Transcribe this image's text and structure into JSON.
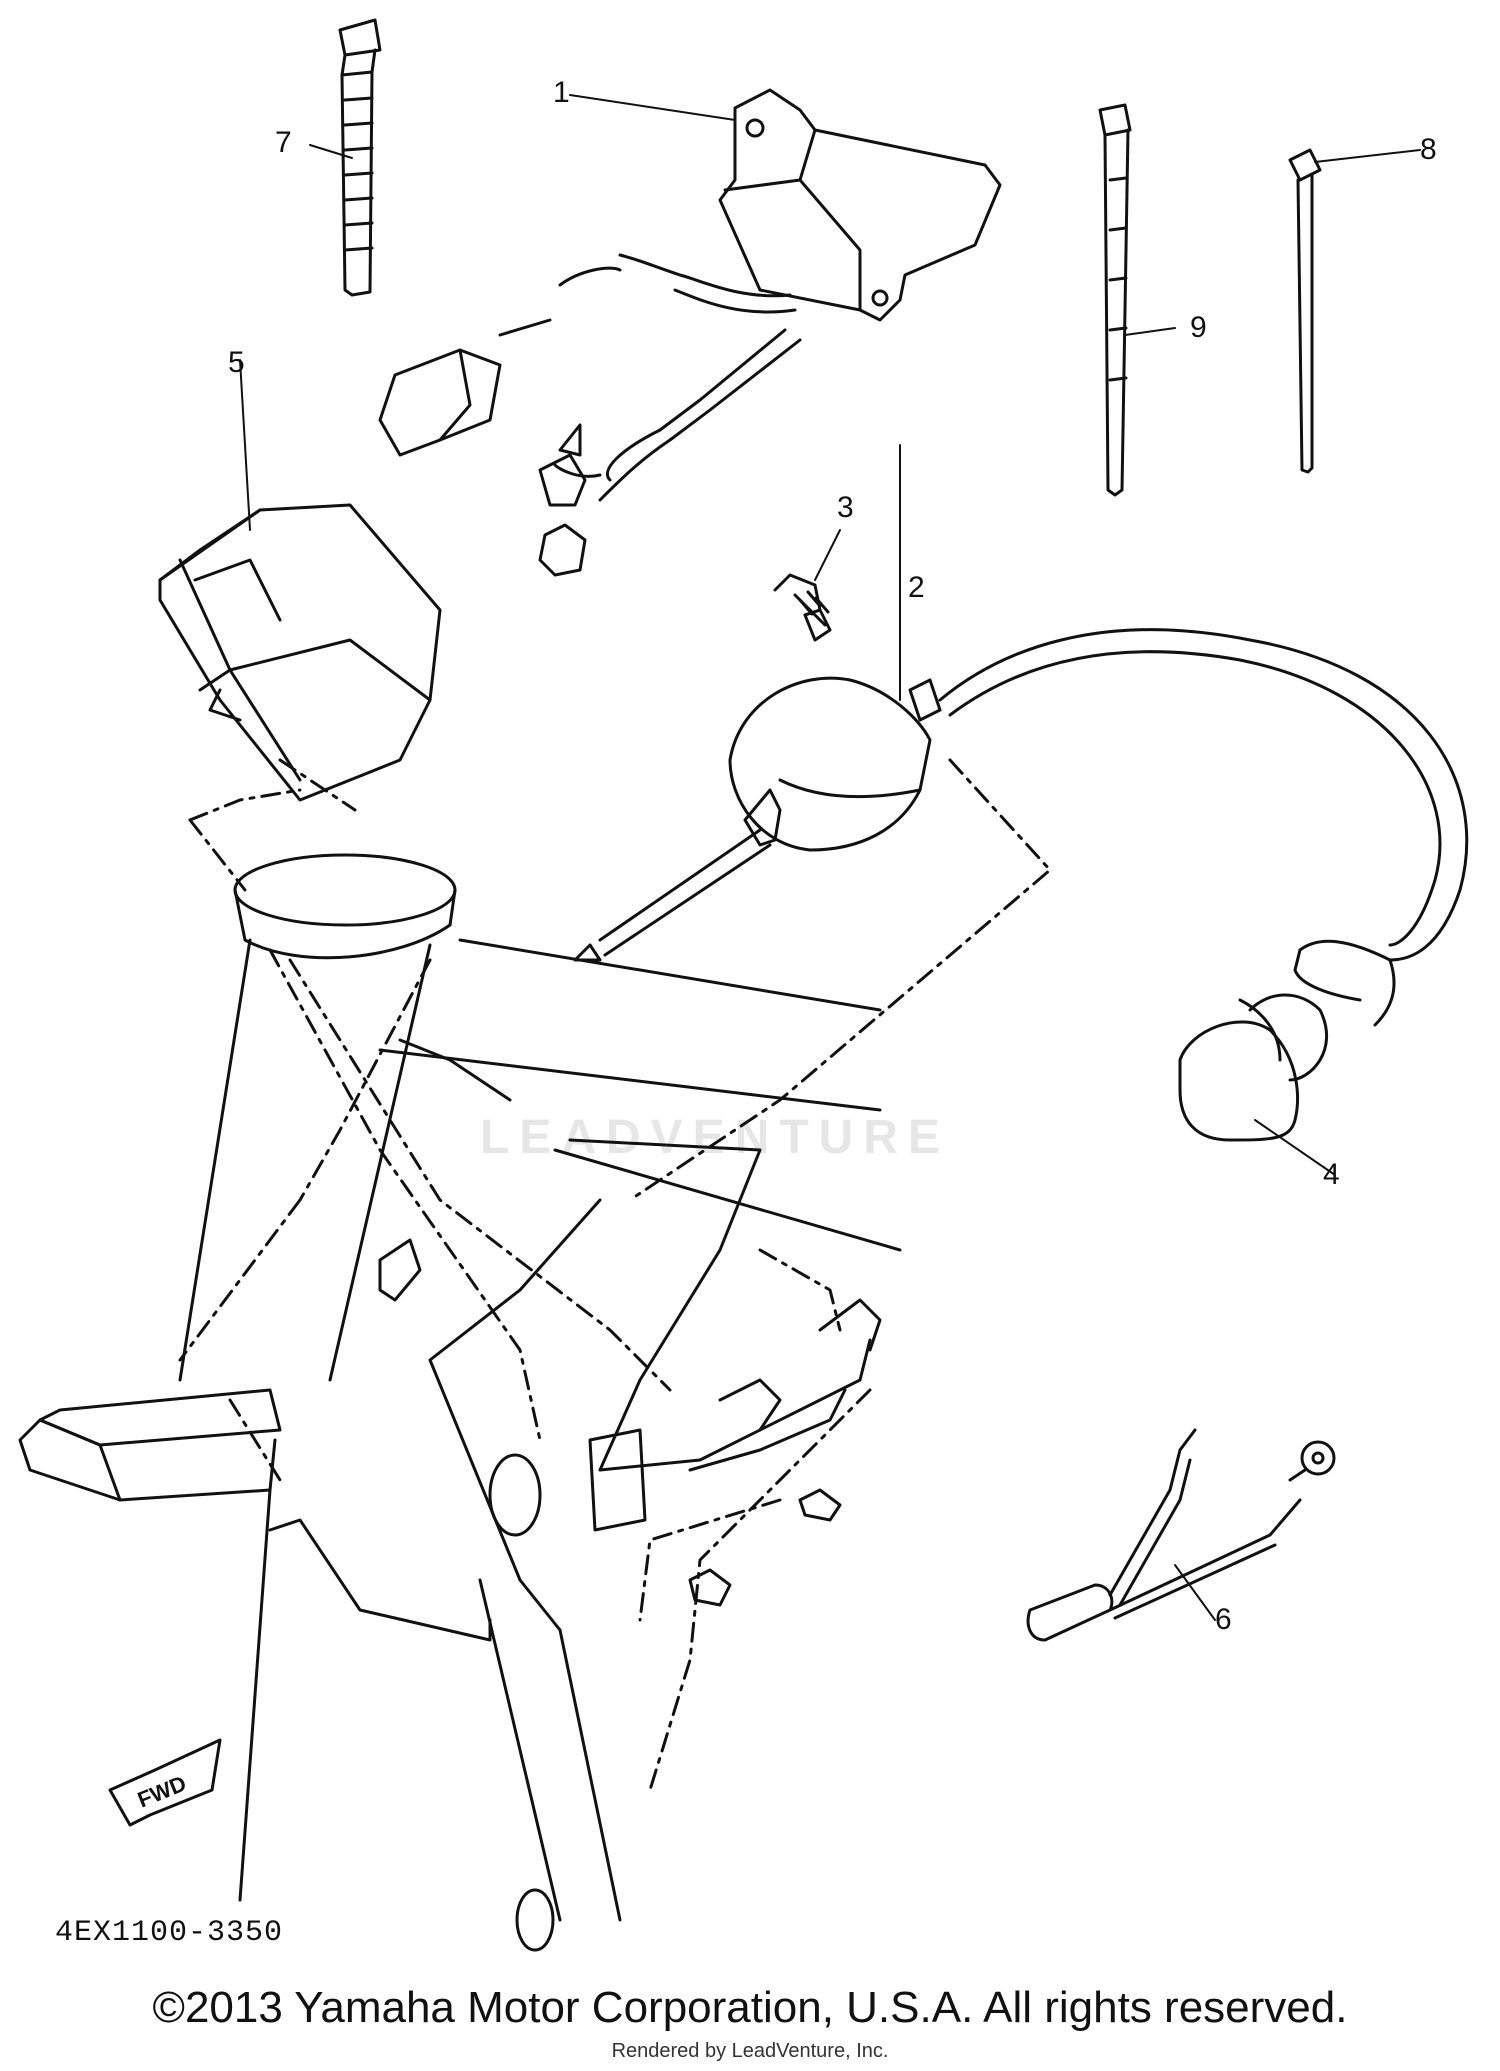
{
  "callouts": [
    {
      "id": "1",
      "label": "1"
    },
    {
      "id": "2",
      "label": "2"
    },
    {
      "id": "3",
      "label": "3"
    },
    {
      "id": "4",
      "label": "4"
    },
    {
      "id": "5",
      "label": "5"
    },
    {
      "id": "6",
      "label": "6"
    },
    {
      "id": "7",
      "label": "7"
    },
    {
      "id": "8",
      "label": "8"
    },
    {
      "id": "9",
      "label": "9"
    }
  ],
  "direction_arrow": {
    "label": "FWD"
  },
  "drawing_code": "4EX1100-3350",
  "copyright": "©2013 Yamaha Motor Corporation, U.S.A. All rights reserved.",
  "rendered_by": "Rendered by LeadVenture, Inc.",
  "watermark": "LEADVENTURE",
  "colors": {
    "line": "#111111",
    "background": "#ffffff",
    "watermark": "#e6e6e6"
  }
}
